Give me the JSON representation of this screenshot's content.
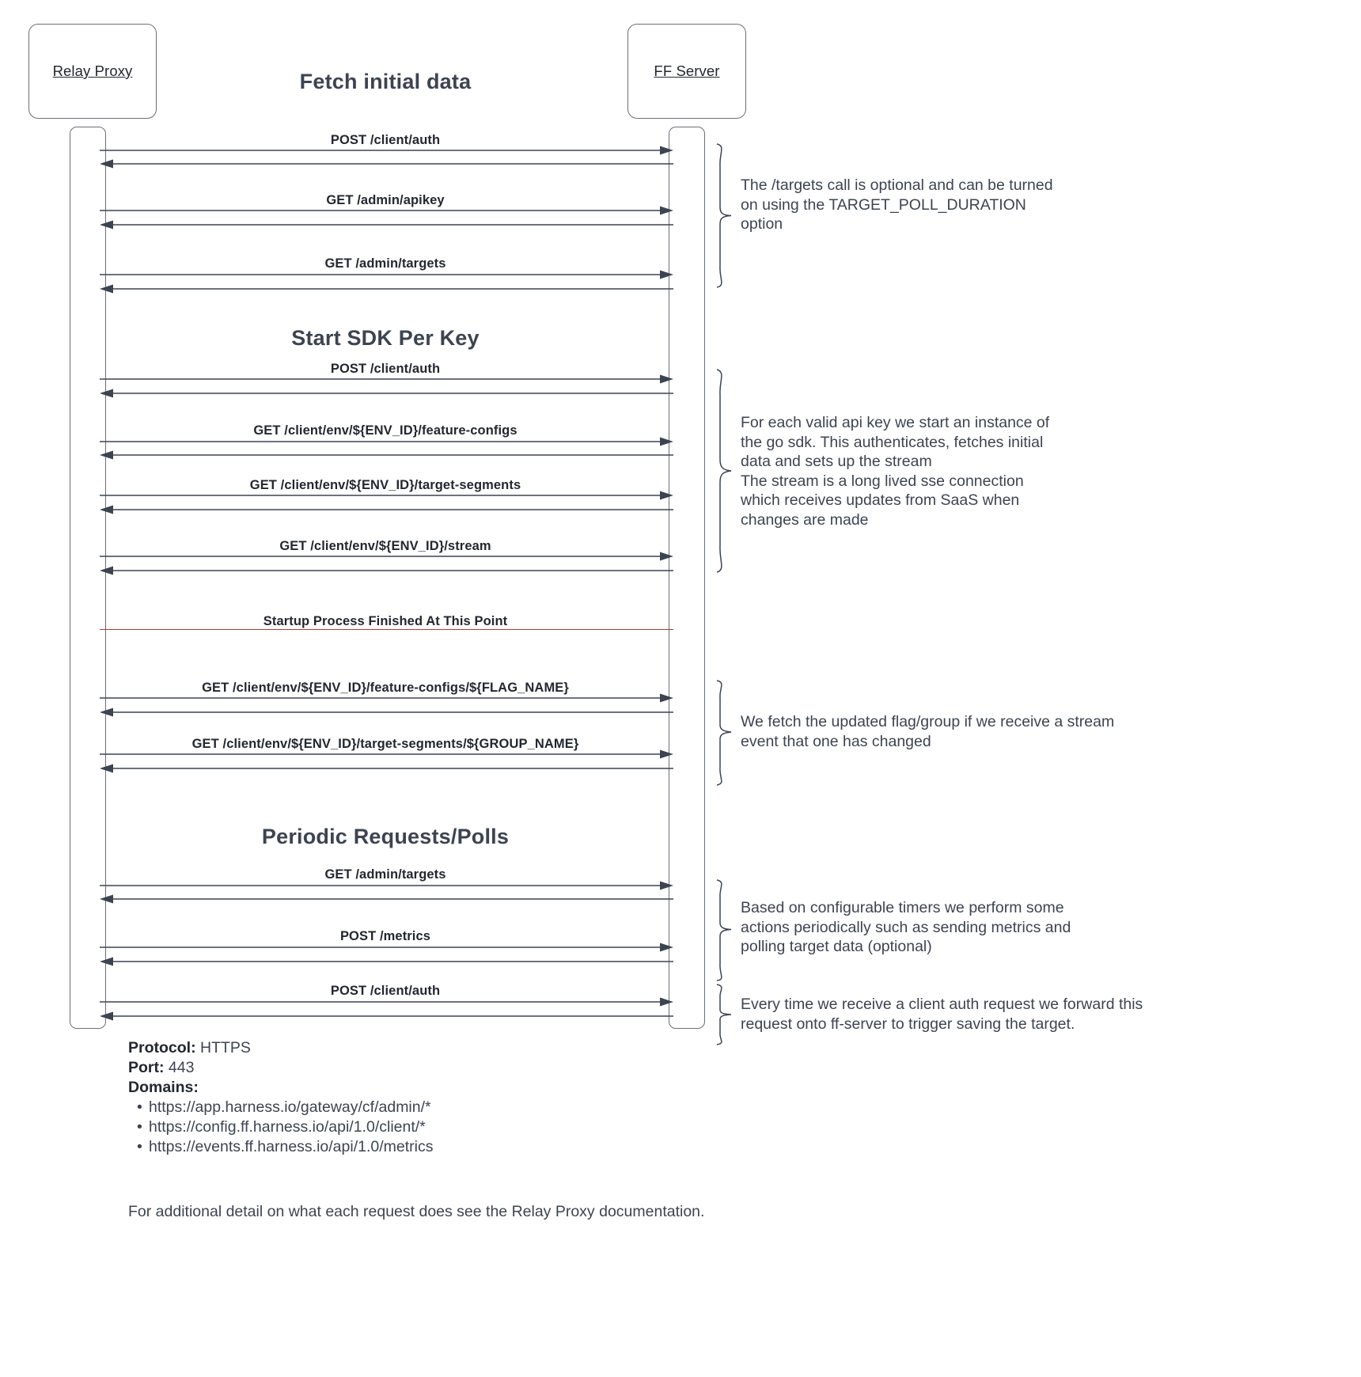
{
  "actors": [
    {
      "name": "Relay Proxy"
    },
    {
      "name": "FF Server"
    }
  ],
  "sections": [
    {
      "title": "Fetch initial data"
    },
    {
      "title": "Start SDK Per Key"
    },
    {
      "title": "Periodic Requests/Polls"
    }
  ],
  "messages": [
    {
      "label": "POST /client/auth"
    },
    {
      "label": "GET /admin/apikey"
    },
    {
      "label": "GET /admin/targets"
    },
    {
      "label": "POST /client/auth"
    },
    {
      "label": "GET /client/env/${ENV_ID}/feature-configs"
    },
    {
      "label": "GET /client/env/${ENV_ID}/target-segments"
    },
    {
      "label": "GET /client/env/${ENV_ID}/stream"
    },
    {
      "label": "GET /client/env/${ENV_ID}/feature-configs/${FLAG_NAME}"
    },
    {
      "label": "GET /client/env/${ENV_ID}/target-segments/${GROUP_NAME}"
    },
    {
      "label": "GET /admin/targets"
    },
    {
      "label": "POST /metrics"
    },
    {
      "label": "POST /client/auth"
    }
  ],
  "divider": {
    "label": "Startup Process Finished At This Point",
    "color": "#b03a3a"
  },
  "notes": [
    {
      "text": "The /targets call is optional and can be turned\non using the TARGET_POLL_DURATION\noption"
    },
    {
      "text": "For each valid api key we start an instance of\nthe go sdk. This authenticates, fetches initial\ndata and sets up the stream\nThe stream is a long lived sse connection\nwhich receives updates from SaaS when\nchanges are made"
    },
    {
      "text": "We fetch the updated flag/group if we receive a stream\nevent that one has changed"
    },
    {
      "text": "Based on configurable timers we perform some\nactions periodically such as sending metrics and\npolling target data (optional)"
    },
    {
      "text": "Every time we receive a client auth request we forward this\nrequest onto ff-server to trigger saving the target."
    }
  ],
  "footer": {
    "protocol_key": "Protocol:",
    "protocol_value": "HTTPS",
    "port_key": "Port:",
    "port_value": "443",
    "domains_key": "Domains:",
    "domains": [
      "https://app.harness.io/gateway/cf/admin/*",
      "https://config.ff.harness.io/api/1.0/client/*",
      "https://events.ff.harness.io/api/1.0/metrics"
    ],
    "note": "For additional detail on what each request does see the Relay Proxy documentation."
  },
  "colors": {
    "stroke": "#6b6f76",
    "arrow": "#3d4450",
    "text": "#3d4450",
    "divider": "#b03a3a"
  }
}
